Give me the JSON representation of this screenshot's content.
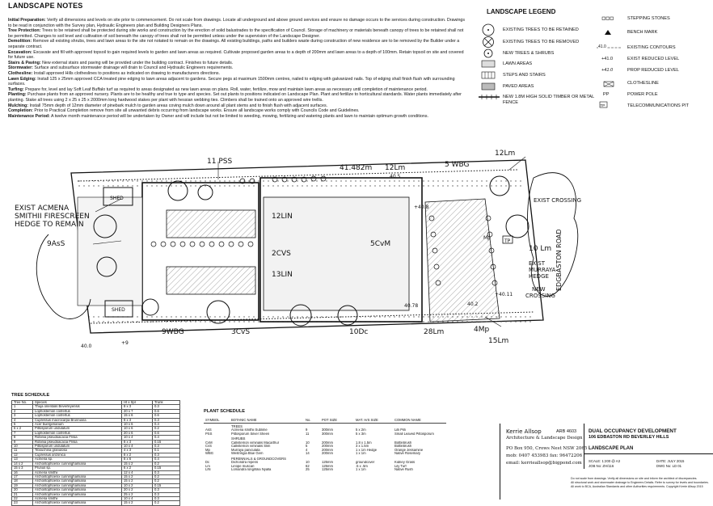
{
  "notes": {
    "title": "LANDSCAPE NOTES",
    "items": [
      {
        "label": "Initial Preparation:",
        "text": " Verify all dimensions and levels on site prior to commencement. Do not scale from drawings. Locate all underground and above ground services and ensure no damage occurs to the services during construction. Drawings to be read in conjunction with the Survey plan, Hydraulic Engineers plan and Building Designers Plans."
      },
      {
        "label": "Tree Protection:",
        "text": " Trees to be retained shall be protected during site works and construction by the erection of solid balustrades to the specification of Council. Storage of machinery or materials beneath canopy of trees to be retained shall not be permitted. Changes to soil level and cultivation of soil beneath the canopy of trees shall not be permitted unless under the supervision of the Landscape Designer."
      },
      {
        "label": "Demolition:",
        "text": " Remove all existing shrubs, trees and lawn areas to the site not notated to remain on the drawings. All existing buildings, paths and builders waste during construction of new residence are to be removed by the Builder under a separate contract."
      },
      {
        "label": "Excavation:",
        "text": " Excavate and fill with approved topsoil to gain required levels to garden and lawn areas as required. Cultivate proposed garden areas to a depth of 200mm and lawn areas to a depth of 100mm. Retain topsoil on site and covered for future use."
      },
      {
        "label": "Stairs & Paving:",
        "text": " New external stairs and paving will be provided under the building contract. Finishes to future details."
      },
      {
        "label": "Stormwater:",
        "text": " Surface and subsurface stormwater drainage will drain to Council and Hydraulic Engineers requirements."
      },
      {
        "label": "Clothesline:",
        "text": " Install approved Hills clotheslines to positions as indicated on drawing to manufacturers directions."
      },
      {
        "label": "Lawn Edging:",
        "text": " Install 125 x 25mm approved CCA treated pine edging to lawn areas adjacent to gardens. Secure pegs at maximum 1500mm centres, nailed to edging with galvanized nails. Top of edging shall finish flush with surrounding surfaces."
      },
      {
        "label": "Turfing:",
        "text": " Prepare for, level and lay Soft Leaf Buffalo turf as required to areas designated as new lawn areas on plans. Roll, water, fertilize, mow and maintain lawn areas as necessary until completion of maintenance period."
      },
      {
        "label": "Planting:",
        "text": " Purchase plants from an approved nursery. Plants are to be healthy and true to type and species. Set out plants to positions indicated on Landscape Plan. Plant and fertilize to horticultural standards. Water plants immediately after planting. Stake all trees using 2 x 25 x 25 x 2000mm long hardwood stakes per plant with hessian webbing ties. Climbers shall be trained onto an approved wire trellis."
      },
      {
        "label": "Mulching:",
        "text": " Install 75mm depth of 12mm diameter of pinebark mulch to garden areas coving mulch down around all plant stems and to finish flush with adjacent surfaces."
      },
      {
        "label": "Completion:",
        "text": " Prior to Practical Completion remove from site all unwanted debris occurring from landscape works. Ensure all landscape works comply with Councils Code and Guidelines."
      },
      {
        "label": "Maintenance Period:",
        "text": " A twelve month maintenance period will be undertaken by Owner and will include but not be limited to weeding, mowing, fertilizing and watering plants and lawn to maintain optimum growth conditions."
      }
    ]
  },
  "legend": {
    "title": "LANDSCAPE LEGEND",
    "left": [
      "EXISTING TREES TO BE RETAINED",
      "EXISTING TREES TO BE REMOVED",
      "NEW TREES & SHRUBS",
      "LAWN AREAS",
      "STEPS AND STAIRS",
      "PAVED AREAS",
      "NEW 1.8M HIGH SOLID TIMBER OR METAL FENCE"
    ],
    "right": [
      "STEPPING STONES",
      "BENCH MARK",
      "EXISTING CONTOURS",
      "EXIST REDUCED LEVEL",
      "PROP REDUCED LEVEL",
      "CLOTHESLINE",
      "POWER POLE",
      "TELECOMMUNICATIONS PIT"
    ],
    "contour_sym": "41.0",
    "exist_level_sym": "+41.0",
    "prop_level_sym": "+41.0",
    "power_pole_sym": "PP",
    "telecom_sym": "TP"
  },
  "plan": {
    "labels": {
      "hedge_note_1": "EXIST ACMENA",
      "hedge_note_2": "SMITHII FIRESCREEN",
      "hedge_note_3": "HEDGE TO REMAIN",
      "pss": "11 PSS",
      "level_top": "41.482m",
      "lm_top": "12Lm",
      "wbg_top": "5 WBG",
      "lm_corner": "12Lm",
      "level_40_5": "40.5",
      "level_40_8": "+40.8",
      "shed_top": "SHED",
      "lin_12": "12LIN",
      "cvs_2": "2CVS",
      "lin_13": "13LIN",
      "asd_9": "9AsS",
      "cvm_5": "5CvM",
      "shed_bottom": "SHED",
      "wbg_9": "9WBG",
      "cvs_3": "3CvS",
      "dc_10": "10Dc",
      "lm_28": "28Lm",
      "mp_4": "4Mp",
      "level_40_78": "40.78",
      "level_40_2": "40.2",
      "level_40_11": "+40.11",
      "exist_crossing": "EXIST CROSSING",
      "lm_10": "10 Lm",
      "tp": "TP",
      "exist_murraya_1": "EXIST",
      "exist_murraya_2": "MURRAYA",
      "exist_murraya_3": "HEDGE",
      "new_crossing_1": "NEW",
      "new_crossing_2": "CROSSING",
      "road": "EDGBASTON ROAD",
      "lm_15": "15Lm",
      "mp_tag": "Mp",
      "lvl_10": "40.0",
      "lvl_9": "+9"
    }
  },
  "tree_schedule": {
    "title": "TREE SCHEDULE",
    "headers": [
      "Tree No.",
      "Species",
      "Ht x Spr",
      "Trunk"
    ],
    "rows": [
      [
        "1",
        "Thuja orientalis Beverleyensis",
        "8 x 3",
        "0.3"
      ],
      [
        "2",
        "Lophostemon confertus",
        "20 x 7",
        "0.6"
      ],
      [
        "3",
        "Lophostemon confertus",
        "15 x 6",
        "0.6"
      ],
      [
        "4",
        "Cupressus macrocarpa Brunniana",
        "8 x 3",
        "0.3"
      ],
      [
        "5",
        "Acer buergerianum",
        "10 x 6",
        "0.4"
      ],
      [
        "6 x 2",
        "Pittosporum undulatum",
        "10 x 6",
        "0.2"
      ],
      [
        "7",
        "Lophostemon confertus",
        "20 x 6",
        "0.6"
      ],
      [
        "8",
        "Robinia pseudoacacia Frisia",
        "10 x 4",
        "0.4"
      ],
      [
        "9",
        "Robinia pseudoacacia Frisia",
        "8 x 3",
        "0.15"
      ],
      [
        "10",
        "Pittosporum undulatum",
        "10 x 4",
        "0.3"
      ],
      [
        "11",
        "Tibouchina granulosa",
        "4 x 3",
        "0.1"
      ],
      [
        "12",
        "Cupressus arizonica",
        "8 x 2",
        "0.3"
      ],
      [
        "13",
        "Acmena sp.",
        "8 x 6",
        "0.4"
      ],
      [
        "14 x 2",
        "Archontophoenix cunninghamiana",
        "15 x 2",
        "0.2"
      ],
      [
        "15 x 3",
        "Prunus sp.",
        "6 x 2",
        "0.15"
      ],
      [
        "16",
        "Acmena smithii",
        "12 x 4",
        "0.3"
      ],
      [
        "17",
        "Archontophoenix cunninghamiana",
        "15 x 2",
        "0.2"
      ],
      [
        "18",
        "Archontophoenix cunninghamiana",
        "15 x 2",
        "0.2"
      ],
      [
        "19",
        "Archontophoenix cunninghamiana",
        "10 x 2",
        "0.15"
      ],
      [
        "20",
        "Archontophoenix cunninghamiana",
        "20 x 2",
        "0.3"
      ],
      [
        "21",
        "Archontophoenix cunninghamiana",
        "25 x 2",
        "0.3"
      ],
      [
        "22",
        "Acmena smithii",
        "10 x 4",
        "0.3"
      ],
      [
        "23",
        "Archontophoenix cunninghamiana",
        "15 x 2",
        "0.2"
      ]
    ]
  },
  "plant_schedule": {
    "title": "PLANT SCHEDULE",
    "headers": [
      "SYMBOL",
      "BOTANIC NAME",
      "No.",
      "POT SIZE",
      "MAT. H/S SIZE",
      "COMMON NAME"
    ],
    "groups": [
      {
        "name": "TREES",
        "rows": [
          [
            "AsS",
            "Acmena smithii Sublime",
            "9",
            "300mm",
            "5 x 2m",
            "Lilli Pilli"
          ],
          [
            "PSS",
            "Pittosporum Silver Sheen",
            "11",
            "300mm",
            "5 x 3m",
            "Small Leaved Pittosporum"
          ]
        ]
      },
      {
        "name": "SHRUBS",
        "rows": [
          [
            "CvM",
            "Callistemon viminalis Macarthur",
            "10",
            "200mm",
            "1.8 x 1.5m",
            "Bottlebrush"
          ],
          [
            "CvS",
            "Callistemon viminalis Slim",
            "5",
            "200mm",
            "3 x 1.5m",
            "Bottlebrush"
          ],
          [
            "Mp",
            "Murraya paniculata",
            "4",
            "200mm",
            "1 x 1m Hedge",
            "Orange Jessamine"
          ],
          [
            "WBG",
            "Westringia Blue Gem",
            "14",
            "200mm",
            "1 x 1m",
            "Native Rosemary"
          ]
        ]
      },
      {
        "name": "PERENNIALS & GROUNDCOVERS",
        "rows": [
          [
            "Dc",
            "Dichondra repens",
            "10",
            "125mm",
            "groundcover",
            "Kidney Grass"
          ],
          [
            "Lm",
            "Liriope muscari",
            "62",
            "125mm",
            ".5 x .5m",
            "Lily Turf"
          ],
          [
            "LIN",
            "Lomandra longifolia Nyalla",
            "25",
            "125mm",
            "1 x 1m",
            "Native Rush"
          ]
        ]
      }
    ]
  },
  "title_block": {
    "designer": "Kerrie Allsop",
    "arb": "ARB 4603",
    "company": "Architecture & Landscape Design",
    "address": "PO Box 950, Crows Nest NSW 2065",
    "phone": "mob: 0407 453983   fax: 96472206",
    "email": "email: kerrieallsop@bigpond.com",
    "project": "DUAL OCCUPANCY DEVELOPMENT",
    "address2": "106 EDBASTON RD BEVERLEY HILLS",
    "sheet": "LANDSCAPE PLAN",
    "scale": "SCALE: 1:200 @ A3",
    "job": "JOB No: ZH/116",
    "date": "DATE: JULY 2015",
    "dwg": "DWG No: LD 01",
    "disclaimer_1": "Do not scale from drawings. Verify all dimensions on site and inform the architect of discrepancies.",
    "disclaimer_2": "All structural work and stormwater drainage to Engineers Details. Refer to survey for levels and boundaries.",
    "disclaimer_3": "All work to BCA, Australian Standards and other Authorities requirements. Copyright Kerrie Allsop 2015"
  },
  "colors": {
    "ink": "#111111",
    "lawn": "#d9d9d9",
    "paved": "#bdbdbd",
    "paper": "#ffffff"
  }
}
